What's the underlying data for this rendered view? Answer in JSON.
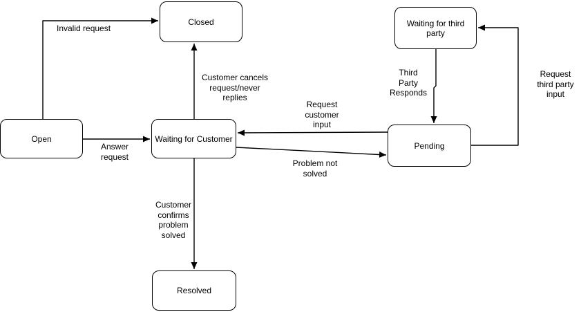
{
  "colors": {
    "background": "#ffffff",
    "stroke": "#000000",
    "text": "#000000"
  },
  "nodes": [
    {
      "id": "open",
      "label": "Open"
    },
    {
      "id": "closed",
      "label": "Closed"
    },
    {
      "id": "waiting-customer",
      "label": "Waiting for Customer"
    },
    {
      "id": "waiting-third-party",
      "label": "Waiting for third party"
    },
    {
      "id": "pending",
      "label": "Pending"
    },
    {
      "id": "resolved",
      "label": "Resolved"
    }
  ],
  "edges": [
    {
      "from": "open",
      "to": "closed",
      "label": "Invalid request"
    },
    {
      "from": "open",
      "to": "waiting-customer",
      "label": "Answer\nrequest"
    },
    {
      "from": "waiting-customer",
      "to": "closed",
      "label": "Customer cancels\nrequest/never\nreplies"
    },
    {
      "from": "pending",
      "to": "waiting-customer",
      "label": "Request\ncustomer\ninput"
    },
    {
      "from": "waiting-customer",
      "to": "pending",
      "label": "Problem not\nsolved"
    },
    {
      "from": "waiting-third-party",
      "to": "pending",
      "label": "Third\nParty\nResponds"
    },
    {
      "from": "pending",
      "to": "waiting-third-party",
      "label": "Request\nthird party\ninput"
    },
    {
      "from": "waiting-customer",
      "to": "resolved",
      "label": "Customer\nconfirms\nproblem\nsolved"
    }
  ]
}
